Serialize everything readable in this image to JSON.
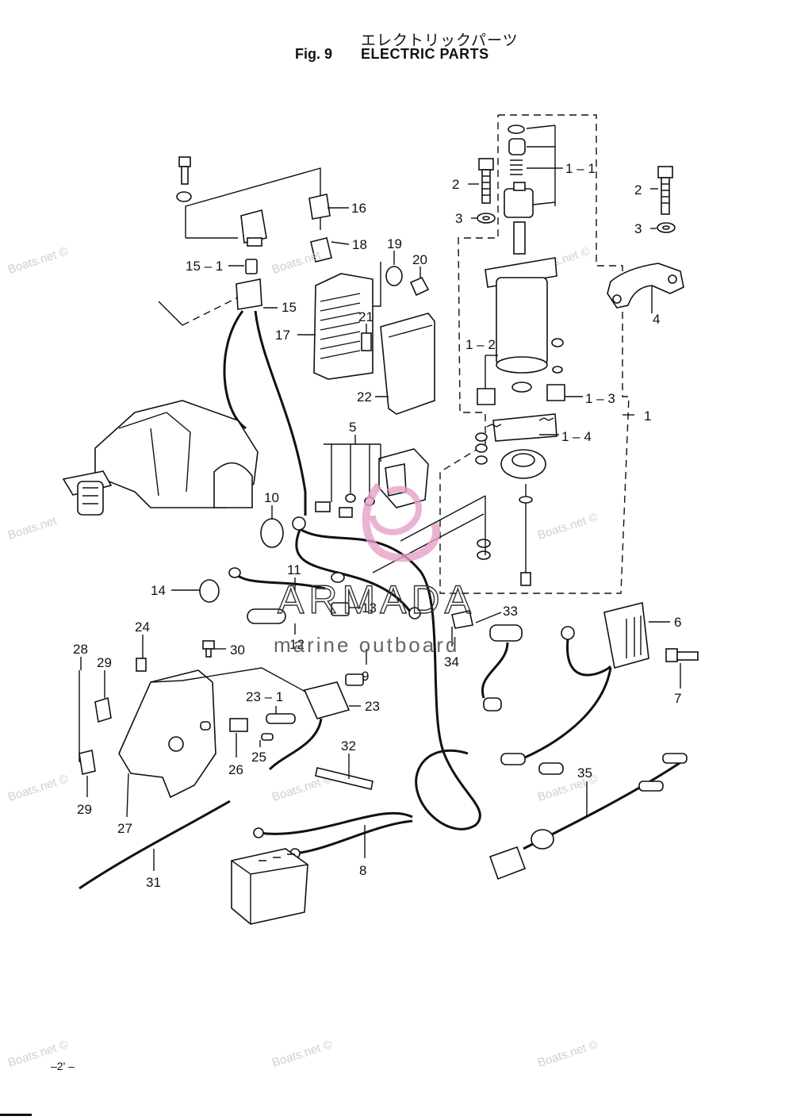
{
  "header": {
    "title_jp": "エレクトリックパーツ",
    "fig_label": "Fig. 9",
    "title_en": "ELECTRIC PARTS"
  },
  "page_number": "–2' –",
  "watermarks": {
    "boats": "Boats.net ©",
    "boats_short": "Boats.net",
    "armada": "ARMADA",
    "marine": "marine outboard"
  },
  "part_labels": {
    "p1": "1",
    "p1_1": "1 – 1",
    "p1_2": "1 – 2",
    "p1_3": "1 – 3",
    "p1_4": "1 – 4",
    "p2": "2",
    "p3": "3",
    "p4": "4",
    "p5": "5",
    "p6": "6",
    "p7": "7",
    "p8": "8",
    "p9": "9",
    "p10": "10",
    "p11": "11",
    "p12": "12",
    "p13": "13",
    "p14": "14",
    "p15": "15",
    "p15_1": "15 – 1",
    "p16": "16",
    "p17": "17",
    "p18": "18",
    "p19": "19",
    "p20": "20",
    "p21": "21",
    "p22": "22",
    "p23": "23",
    "p23_1": "23 – 1",
    "p24": "24",
    "p25": "25",
    "p26": "26",
    "p27": "27",
    "p28": "28",
    "p29": "29",
    "p30": "30",
    "p31": "31",
    "p32": "32",
    "p33": "33",
    "p34": "34",
    "p35": "35"
  }
}
